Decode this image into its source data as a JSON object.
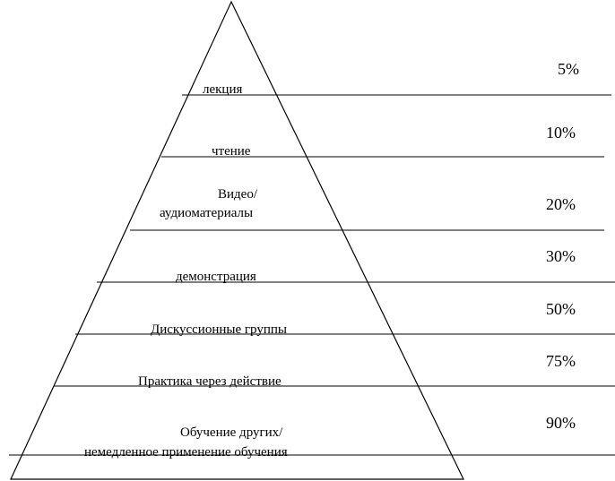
{
  "levels": [
    {
      "lines": [
        "лекция"
      ],
      "percent": "5%"
    },
    {
      "lines": [
        "чтение"
      ],
      "percent": "10%"
    },
    {
      "lines": [
        "Видео/",
        "аудиоматериалы"
      ],
      "percent": "20%"
    },
    {
      "lines": [
        "демонстрация"
      ],
      "percent": "30%"
    },
    {
      "lines": [
        "Дискуссионные группы"
      ],
      "percent": "50%"
    },
    {
      "lines": [
        "Практика через действие"
      ],
      "percent": "75%"
    },
    {
      "lines": [
        "Обучение других/",
        "немедленное применение обучения"
      ],
      "percent": "90%"
    }
  ]
}
